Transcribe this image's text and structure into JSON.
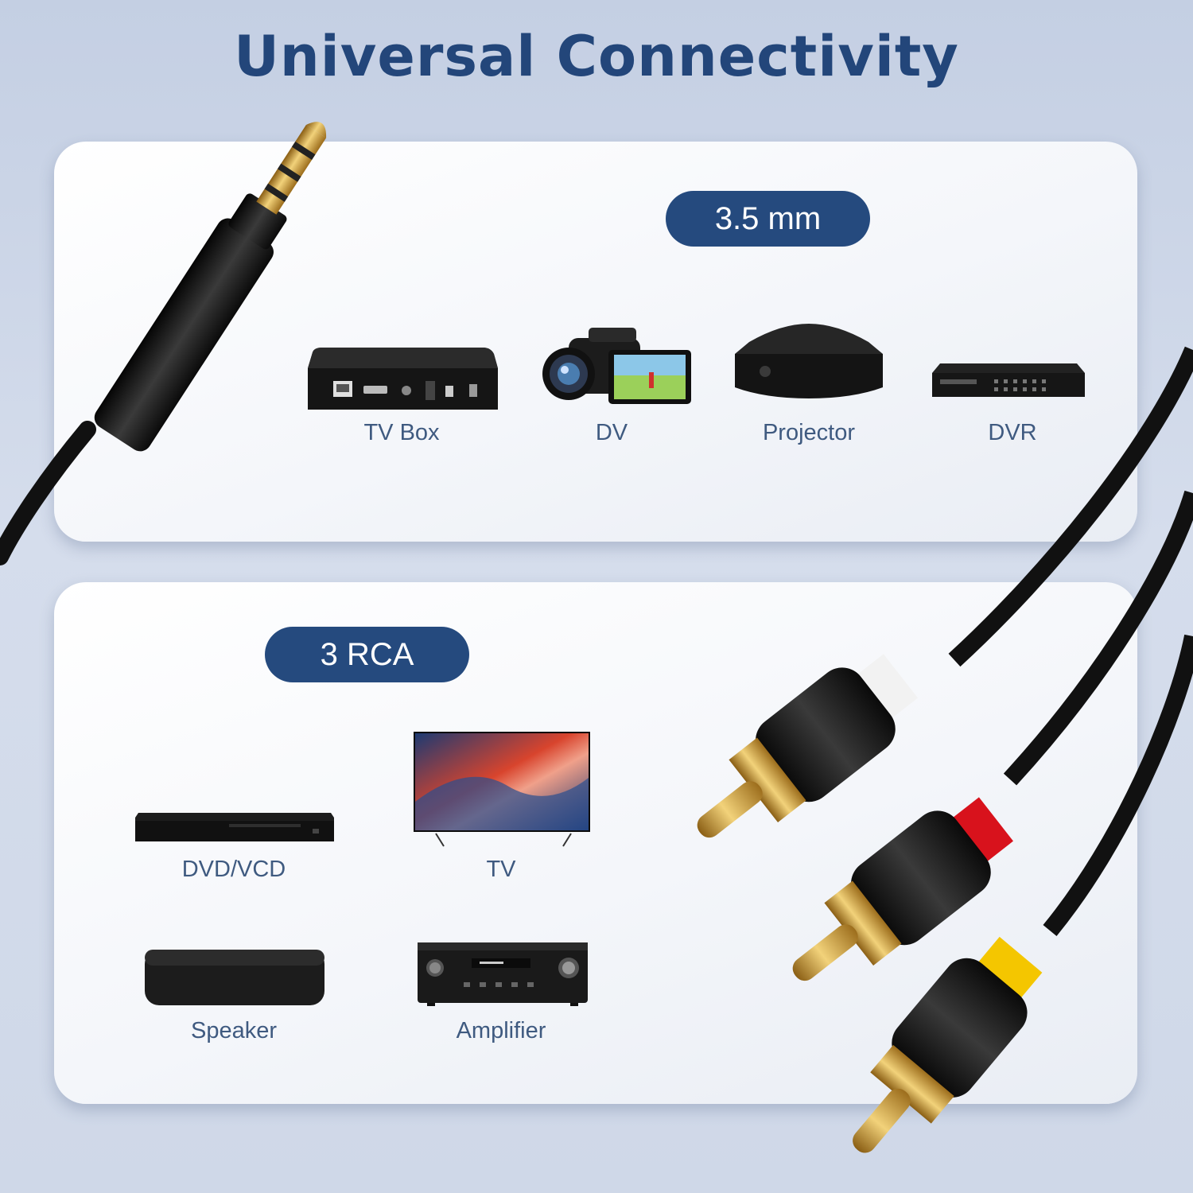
{
  "title": "Universal Connectivity",
  "section_35mm": {
    "badge": "3.5 mm",
    "devices": [
      {
        "label": "TV Box",
        "icon": "tv-box-icon"
      },
      {
        "label": "DV",
        "icon": "camcorder-icon"
      },
      {
        "label": "Projector",
        "icon": "projector-icon"
      },
      {
        "label": "DVR",
        "icon": "dvr-icon"
      }
    ]
  },
  "section_rca": {
    "badge": "3 RCA",
    "devices": [
      {
        "label": "DVD/VCD",
        "icon": "dvd-player-icon"
      },
      {
        "label": "TV",
        "icon": "tv-icon"
      },
      {
        "label": "Speaker",
        "icon": "speaker-icon"
      },
      {
        "label": "Amplifier",
        "icon": "amplifier-icon"
      }
    ]
  },
  "colors": {
    "title": "#23467a",
    "badge_bg": "#254a7e",
    "label_text": "#3f5a80",
    "rca_white": "#f2f2f2",
    "rca_red": "#d8121c",
    "rca_yellow": "#f4c600",
    "gold": "#d6a83a"
  }
}
